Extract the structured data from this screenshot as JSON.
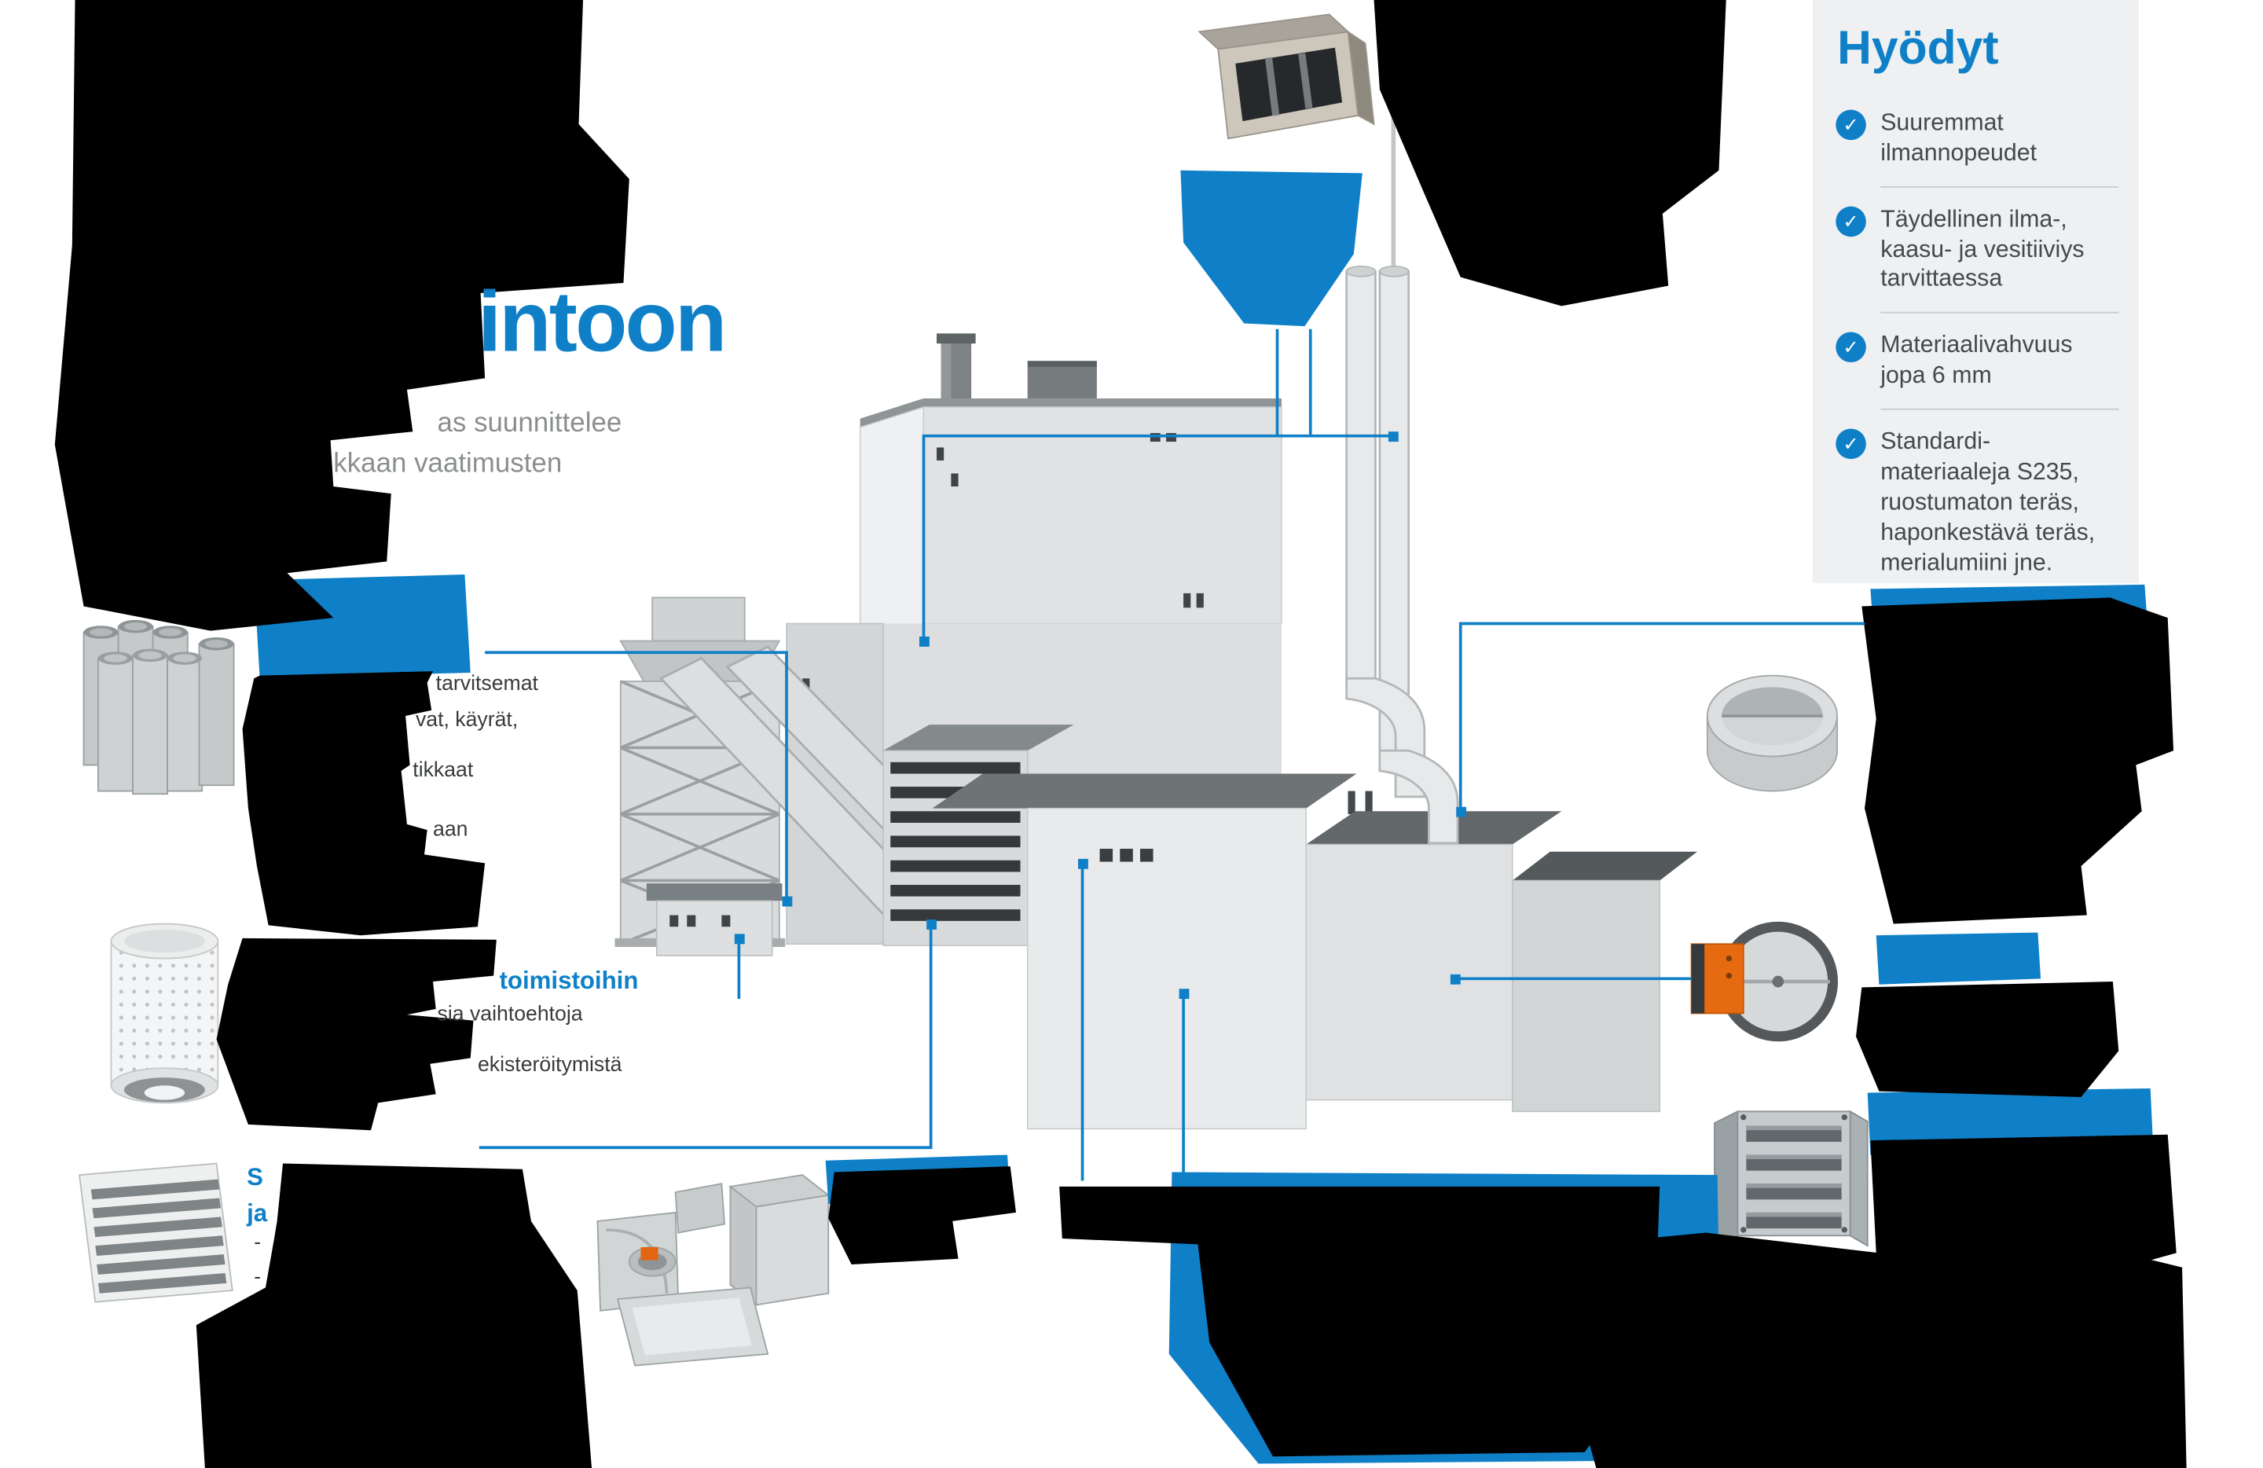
{
  "colors": {
    "brand_blue": "#0f80c8",
    "panel_bg": "#eef0f2",
    "redaction_black": "#000000",
    "subtitle_gray": "#8b8e90"
  },
  "title": {
    "visible_fragment": "intoon"
  },
  "subtitle": {
    "fragment_line1": "as suunnittelee",
    "fragment_line2": "kkaan vaatimusten"
  },
  "benefits": {
    "heading": "Hyödyt",
    "check_glyph": "✓",
    "items": [
      "Suuremmat ilmannopeudet",
      "Täydellinen ilma-, kaasu- ja vesitiiviys tarvittaessa",
      "Materiaalivahvuus jopa 6 mm",
      "Standardi-materiaaleja S235, ruostumaton teräs, haponkestävä teräs, merialumiini jne."
    ]
  },
  "callouts": {
    "industrial_ducts": {
      "fragments": [
        "tarvitsemat",
        "vat, käyrät,",
        "tikkaat",
        "aan"
      ]
    },
    "offices": {
      "heading_fragment": "toimistoihin",
      "fragments": [
        "sia vaihtoehtoja",
        "ekisteröitymistä"
      ]
    },
    "bottom_left": {
      "heading_fragment_line1": "S",
      "heading_fragment_line2": "ja",
      "bullet_fragments": [
        "-",
        "-"
      ]
    }
  },
  "product_images": [
    "round-duct-silencers",
    "cylindrical-filter",
    "louver-grille",
    "duct-fittings-set",
    "rectangular-duct-with-baffles",
    "round-damper-ring",
    "round-damper-with-actuator",
    "multi-blade-damper"
  ]
}
